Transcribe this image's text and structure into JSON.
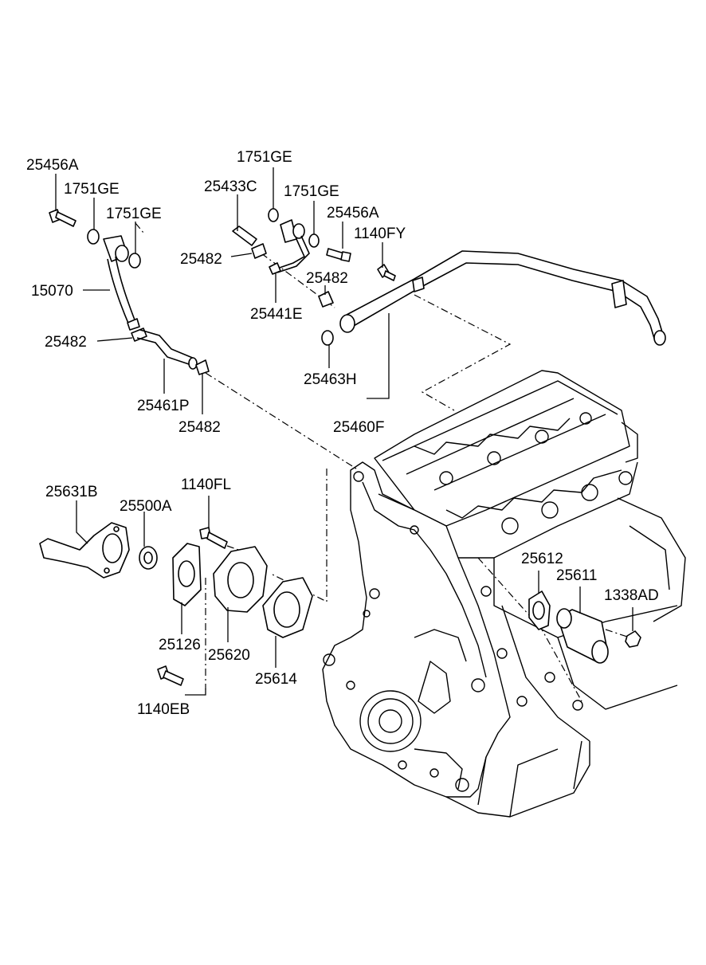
{
  "labels": {
    "p25456A_1": "25456A",
    "p1751GE_1": "1751GE",
    "p1751GE_2": "1751GE",
    "p15070": "15070",
    "p25482_1": "25482",
    "p25461P": "25461P",
    "p25482_2": "25482",
    "p25433C": "25433C",
    "p1751GE_3": "1751GE",
    "p1751GE_4": "1751GE",
    "p25456A_2": "25456A",
    "p1140FY": "1140FY",
    "p25482_3": "25482",
    "p25482_4": "25482",
    "p25441E": "25441E",
    "p25463H": "25463H",
    "p25460F": "25460F",
    "p25631B": "25631B",
    "p25500A": "25500A",
    "p1140FL": "1140FL",
    "p25126": "25126",
    "p25620": "25620",
    "p25614": "25614",
    "p1140EB": "1140EB",
    "p25612": "25612",
    "p25611": "25611",
    "p1338AD": "1338AD"
  }
}
